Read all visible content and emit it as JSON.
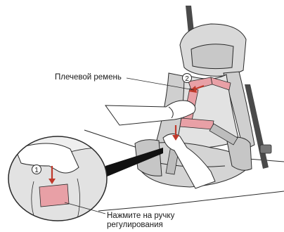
{
  "labels": {
    "shoulder_belt": "Плечевой ремень",
    "press_handle_line1": "Нажмите на ручку",
    "press_handle_line2": "регулирования"
  },
  "markers": {
    "step1": "1",
    "step2": "2"
  },
  "colors": {
    "line": "#2a2a2a",
    "seat_fill": "#d9d9d9",
    "seat_shade": "#bdbdbd",
    "belt_pink": "#e8a0a6",
    "strap_dark": "#4a4a4a",
    "skin": "#ffffff"
  }
}
